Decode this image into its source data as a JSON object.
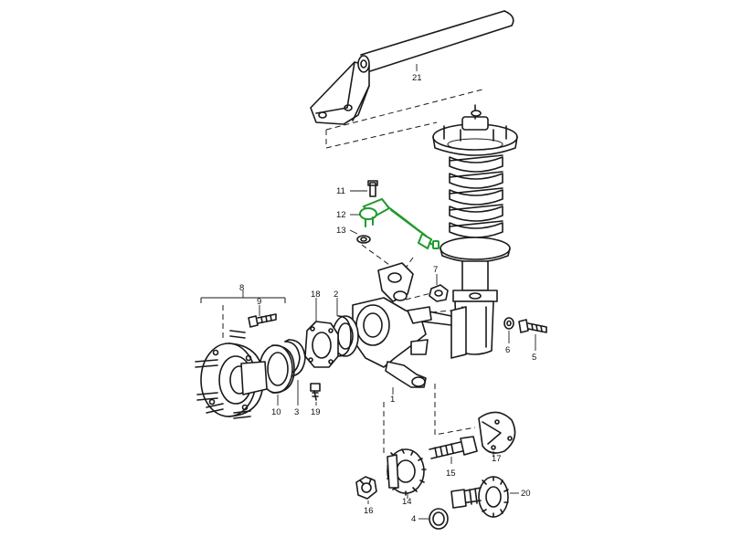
{
  "labels": {
    "p1": "1",
    "p2": "2",
    "p3": "3",
    "p4": "4",
    "p5": "5",
    "p6": "6",
    "p7": "7",
    "p8": "8",
    "p9": "9",
    "p10": "10",
    "p11": "11",
    "p12": "12",
    "p13": "13",
    "p14": "14",
    "p15": "15",
    "p16": "16",
    "p17": "17",
    "p18": "18",
    "p19": "19",
    "p20": "20",
    "p21": "21"
  },
  "colors": {
    "highlight": "#1f9a2e",
    "line": "#1a1a1a",
    "background": "#ffffff"
  }
}
